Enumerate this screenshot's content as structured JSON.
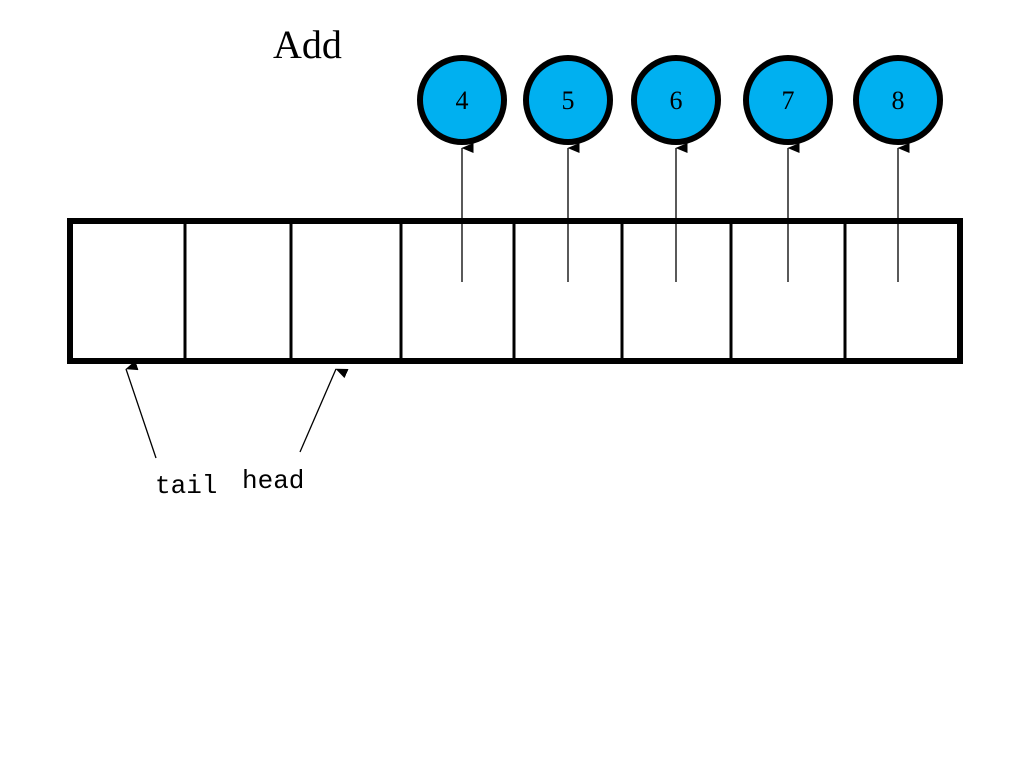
{
  "title": "Add",
  "array": {
    "cells": 8,
    "outline_color": "#000000"
  },
  "nodes": [
    {
      "label": "4",
      "slot": 3
    },
    {
      "label": "5",
      "slot": 4
    },
    {
      "label": "6",
      "slot": 5
    },
    {
      "label": "7",
      "slot": 6
    },
    {
      "label": "8",
      "slot": 7
    }
  ],
  "node_fill": "#00b0f0",
  "pointers": {
    "tail": {
      "label": "tail",
      "slot": 0
    },
    "head": {
      "label": "head",
      "slot": 2
    }
  }
}
